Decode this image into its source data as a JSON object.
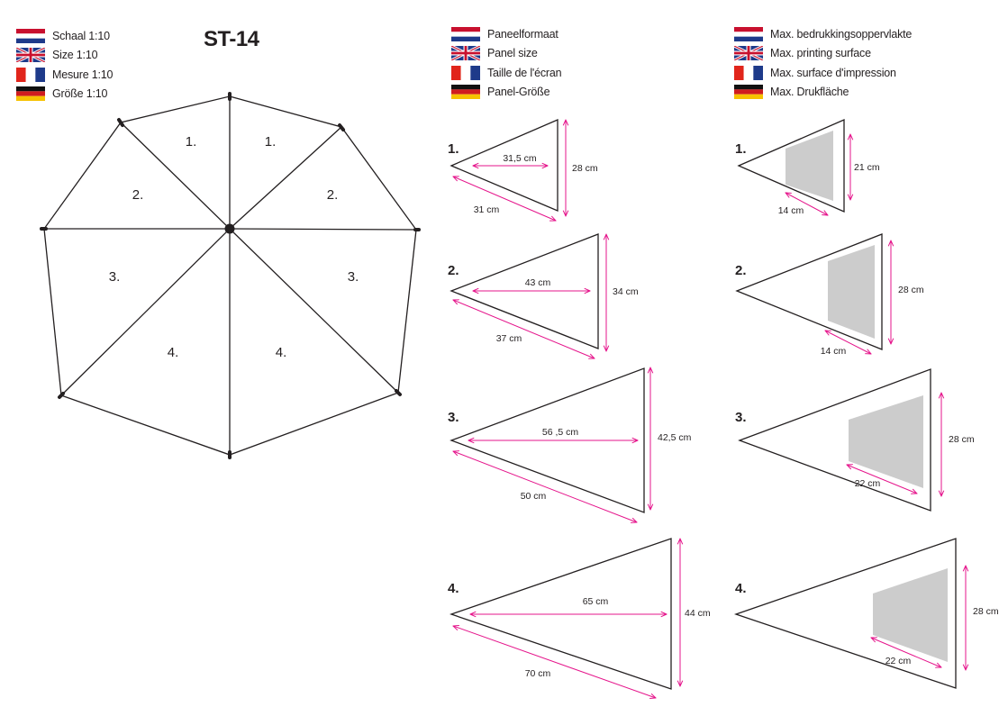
{
  "title": "ST-14",
  "legends": {
    "scale": [
      "Schaal 1:10",
      "Size 1:10",
      "Mesure 1:10",
      "Größe 1:10"
    ],
    "panel": [
      "Paneelformaat",
      "Panel size",
      "Taille de l'écran",
      "Panel-Größe"
    ],
    "print": [
      "Max. bedrukkingsoppervlakte",
      "Max. printing surface",
      "Max. surface d'impression",
      "Max. Drukfläche"
    ]
  },
  "flags": [
    "netherlands-flag-icon",
    "uk-flag-icon",
    "france-flag-icon",
    "germany-flag-icon"
  ],
  "umbrella_labels": [
    "1.",
    "1.",
    "2.",
    "2.",
    "3.",
    "3.",
    "4.",
    "4."
  ],
  "panels": [
    {
      "label": "1.",
      "depth": "31,5 cm",
      "height": "28 cm",
      "side": "31 cm"
    },
    {
      "label": "2.",
      "depth": "43 cm",
      "height": "34 cm",
      "side": "37 cm"
    },
    {
      "label": "3.",
      "depth": "56 ,5 cm",
      "height": "42,5 cm",
      "side": "50 cm"
    },
    {
      "label": "4.",
      "depth": "65 cm",
      "height": "44 cm",
      "side": "70 cm"
    }
  ],
  "prints": [
    {
      "label": "1.",
      "height": "21 cm",
      "width": "14 cm"
    },
    {
      "label": "2.",
      "height": "28 cm",
      "width": "14 cm"
    },
    {
      "label": "3.",
      "height": "28 cm",
      "width": "22 cm"
    },
    {
      "label": "4.",
      "height": "28 cm",
      "width": "22 cm"
    }
  ],
  "colors": {
    "dimension": "#e5148b",
    "print_area": "#cccccc",
    "line": "#231f20"
  }
}
